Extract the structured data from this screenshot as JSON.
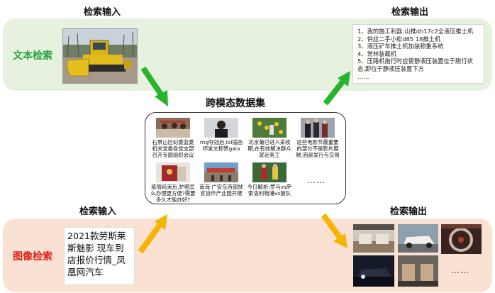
{
  "headings": {
    "search_input_top": "检索输入",
    "search_output_top": "检索输出",
    "search_input_bottom": "检索输入",
    "search_output_bottom": "检索输出",
    "dataset_title": "跨模态数据集"
  },
  "labels": {
    "text_retrieval": "文本检索",
    "image_retrieval": "图像检索"
  },
  "text_results": [
    "1、我的施工利器:山推dh17c2全液压推土机",
    "2、供应二手小松d85 18推土机",
    "3、液压铲车推土机加装称重系统",
    "4、常林装载机",
    "5、压路机拖行时应使静液压装置位于脱行状态,即位于静液压装置下方",
    "……"
  ],
  "image_query": "2021款劳斯莱斯魅影 现车到店报价行情_凤凰网汽车",
  "dataset_items": [
    {
      "caption": "石景山区纪委监委机关党委各党支部召开专题组织会议"
    },
    {
      "caption": "rng夺冠后,lol插画师发文称赞gala"
    },
    {
      "caption": "北京菊已进入采收期,在有效解决群众就近务工"
    },
    {
      "caption": "这些电影节最重要的部分不是影片展映,而是发行与交易"
    },
    {
      "caption": "疫情结束后,护照怎么办理更方便?需要多久才能办好?"
    },
    {
      "caption": "南海·广安东西部扶贫协作产业园开建"
    },
    {
      "caption": "今日解析:罗马vs萨索洛利物浦vs狼队"
    }
  ],
  "dataset_ellipsis": "……",
  "image_results_ellipsis": "……",
  "colors": {
    "green_band": "#e6f2df",
    "orange_band": "#f9e1d4",
    "green_accent": "#2aa33a",
    "red_accent": "#e0231a",
    "arrow_green": "#27b32c",
    "arrow_yellow": "#f6b400"
  }
}
